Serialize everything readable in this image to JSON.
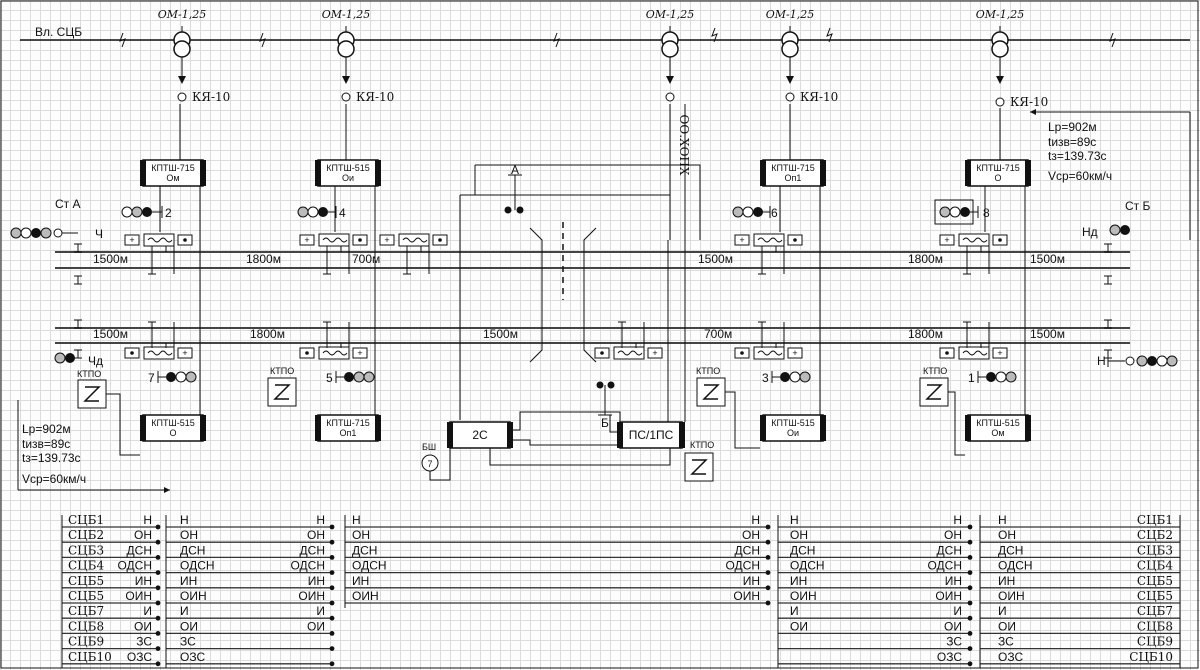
{
  "feeder": {
    "label": "Вл. СЦБ"
  },
  "transformers": [
    {
      "label": "ОМ-1,25",
      "disconnector": "КЯ-10"
    },
    {
      "label": "ОМ-1,25",
      "disconnector": "КЯ-10"
    },
    {
      "label": "ОМ-1,25",
      "disconnector": ""
    },
    {
      "label": "ОМ-1,25",
      "disconnector": "КЯ-10"
    },
    {
      "label": "ОМ-1,25",
      "disconnector": "КЯ-10"
    }
  ],
  "station_a": "Ст А",
  "station_b": "Ст Б",
  "track_top": {
    "ch": "Ч",
    "nd": "Нд"
  },
  "track_bottom": {
    "chd": "Чд",
    "n": "Н"
  },
  "power_label": "ОО.ХОПХ",
  "ktpsh_top": [
    {
      "name": "КПТШ-715",
      "sub": "Ом"
    },
    {
      "name": "КПТШ-515",
      "sub": "Ои"
    },
    {
      "name": "КПТШ-715",
      "sub": "Оп1"
    },
    {
      "name": "КПТШ-715",
      "sub": "О"
    }
  ],
  "ktpsh_bottom": [
    {
      "name": "КПТШ-515",
      "sub": "О"
    },
    {
      "name": "КПТШ-715",
      "sub": "Оп1"
    },
    {
      "name": "КПТШ-515",
      "sub": "Ои"
    },
    {
      "name": "КПТШ-515",
      "sub": "Ом"
    }
  ],
  "signals_top": [
    "2",
    "4",
    "6",
    "8"
  ],
  "signals_bottom": [
    "7",
    "5",
    "3",
    "1"
  ],
  "ktpo": "КТПО",
  "distances_top": [
    "1500м",
    "1800м",
    "700м",
    "1500м",
    "1800м",
    "1500м"
  ],
  "distances_bottom": [
    "1500м",
    "1800м",
    "1500м",
    "700м",
    "1800м",
    "1500м"
  ],
  "crossing": {
    "a": "А",
    "b": "Б",
    "box_2c": "2С",
    "box_ps": "ПС/1ПС",
    "bsh": "БШ",
    "bsh_num": "7"
  },
  "calc_right": {
    "lp": "Lp=902м",
    "tizv": "tизв=89с",
    "tz": "tз=139.73с",
    "vcp": "Vср=60км/ч"
  },
  "calc_left": {
    "lp": "Lp=902м",
    "tizv": "tизв=89с",
    "tz": "tз=139.73с",
    "vcp": "Vср=60км/ч"
  },
  "relay_left": [
    {
      "code": "СЦБ1",
      "sig": "Н"
    },
    {
      "code": "СЦБ2",
      "sig": "ОН"
    },
    {
      "code": "СЦБ3",
      "sig": "ДСН"
    },
    {
      "code": "СЦБ4",
      "sig": "ОДСН"
    },
    {
      "code": "СЦБ5",
      "sig": "ИН"
    },
    {
      "code": "СЦБ5",
      "sig": "ОИН"
    },
    {
      "code": "СЦБ7",
      "sig": "И"
    },
    {
      "code": "СЦБ8",
      "sig": "ОИ"
    },
    {
      "code": "СЦБ9",
      "sig": "ЗС"
    },
    {
      "code": "СЦБ10",
      "sig": "ОЗС"
    }
  ],
  "relay_mid1_left": [
    "Н",
    "ОН",
    "ДСН",
    "ОДСН",
    "ИН",
    "ОИН",
    "И",
    "ОИ",
    "ЗС",
    "ОЗС"
  ],
  "relay_mid1_right": [
    "Н",
    "ОН",
    "ДСН",
    "ОДСН",
    "ИН",
    "ОИН",
    "И",
    "ОИ"
  ],
  "relay_mid2_left": [
    "Н",
    "ОН",
    "ДСН",
    "ОДСН",
    "ИН",
    "ОИН"
  ],
  "relay_mid2_right": [
    "Н",
    "ОН",
    "ДСН",
    "ОДСН",
    "ИН",
    "ОИН"
  ],
  "relay_mid3_left": [
    "Н",
    "ОН",
    "ДСН",
    "ОДСН",
    "ИН",
    "ОИН",
    "И",
    "ОИ"
  ],
  "relay_mid3_right": [
    "Н",
    "ОН",
    "ДСН",
    "ОДСН",
    "ИН",
    "ОИН",
    "И",
    "ОИ",
    "ЗС",
    "ОЗС"
  ],
  "relay_right": [
    {
      "code": "СЦБ1",
      "sig": "Н"
    },
    {
      "code": "СЦБ2",
      "sig": "ОН"
    },
    {
      "code": "СЦБ3",
      "sig": "ДСН"
    },
    {
      "code": "СЦБ4",
      "sig": "ОДСН"
    },
    {
      "code": "СЦБ5",
      "sig": "ИН"
    },
    {
      "code": "СЦБ5",
      "sig": "ОИН"
    },
    {
      "code": "СЦБ7",
      "sig": "И"
    },
    {
      "code": "СЦБ8",
      "sig": "ОИ"
    },
    {
      "code": "СЦБ9",
      "sig": "ЗС"
    },
    {
      "code": "СЦБ10",
      "sig": "ОЗС"
    }
  ]
}
